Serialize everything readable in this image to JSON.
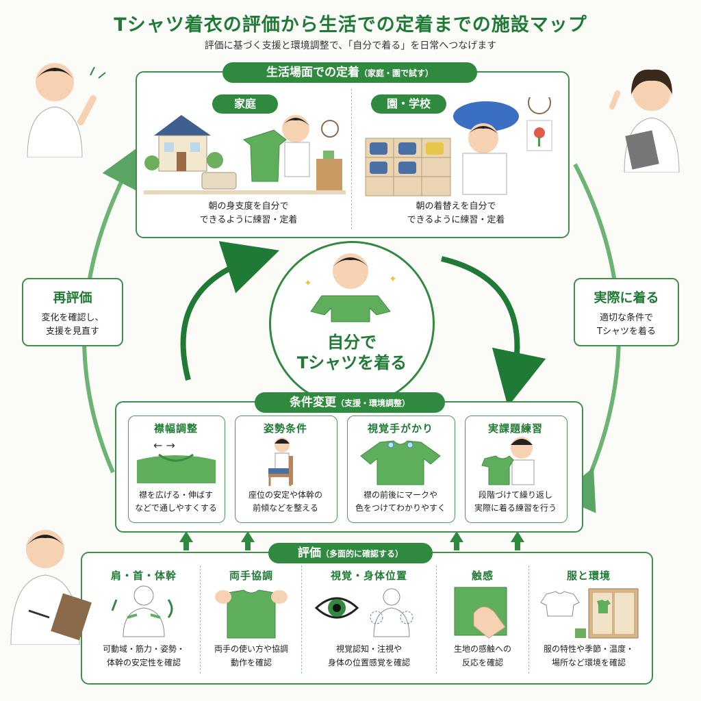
{
  "title": "Tシャツ着衣の評価から生活での定着までの施設マップ",
  "subtitle": "評価に基づく支援と環境調整で、「自分で着る」を日常へつなげます",
  "top": {
    "header": "生活場面での定着",
    "header_note": "（家庭・園で試す）",
    "home": {
      "label": "家庭",
      "text1": "朝の身支度を自分で",
      "text2": "できるように練習・定着"
    },
    "school": {
      "label": "園・学校",
      "text1": "朝の着替えを自分で",
      "text2": "できるように練習・定着"
    }
  },
  "center": {
    "line1": "自分で",
    "line2": "Tシャツを着る"
  },
  "left": {
    "title": "再評価",
    "line1": "変化を確認し、",
    "line2": "支援を見直す"
  },
  "right": {
    "title": "実際に着る",
    "line1": "適切な条件で",
    "line2": "Tシャツを着る"
  },
  "conditions": {
    "header": "条件変更",
    "header_note": "（支援・環境調整）",
    "cards": [
      {
        "title": "襟幅調整",
        "line1": "襟を広げる・伸ばす",
        "line2": "などで通しやすくする"
      },
      {
        "title": "姿勢条件",
        "line1": "座位の安定や体幹の",
        "line2": "前傾などを整える"
      },
      {
        "title": "視覚手がかり",
        "line1": "襟の前後にマークや",
        "line2": "色をつけてわかりやすく"
      },
      {
        "title": "実課題練習",
        "line1": "段階づけて繰り返し",
        "line2": "実際に着る練習を行う"
      }
    ]
  },
  "evaluation": {
    "header": "評価",
    "header_note": "（多面的に確認する）",
    "items": [
      {
        "title": "肩・首・体幹",
        "line1": "可動域・筋力・姿勢・",
        "line2": "体幹の安定性を確認"
      },
      {
        "title": "両手協調",
        "line1": "両手の使い方や協調",
        "line2": "動作を確認"
      },
      {
        "title": "視覚・身体位置",
        "line1": "視覚認知・注視や",
        "line2": "身体の位置感覚を確認"
      },
      {
        "title": "触感",
        "line1": "生地の感触への",
        "line2": "反応を確認"
      },
      {
        "title": "服と環境",
        "line1": "服の特性や季節・温度・",
        "line2": "場所など環境を確認"
      }
    ]
  },
  "colors": {
    "accent": "#2f8a3f",
    "title": "#1f7a35",
    "shirt": "#5fae5c"
  }
}
